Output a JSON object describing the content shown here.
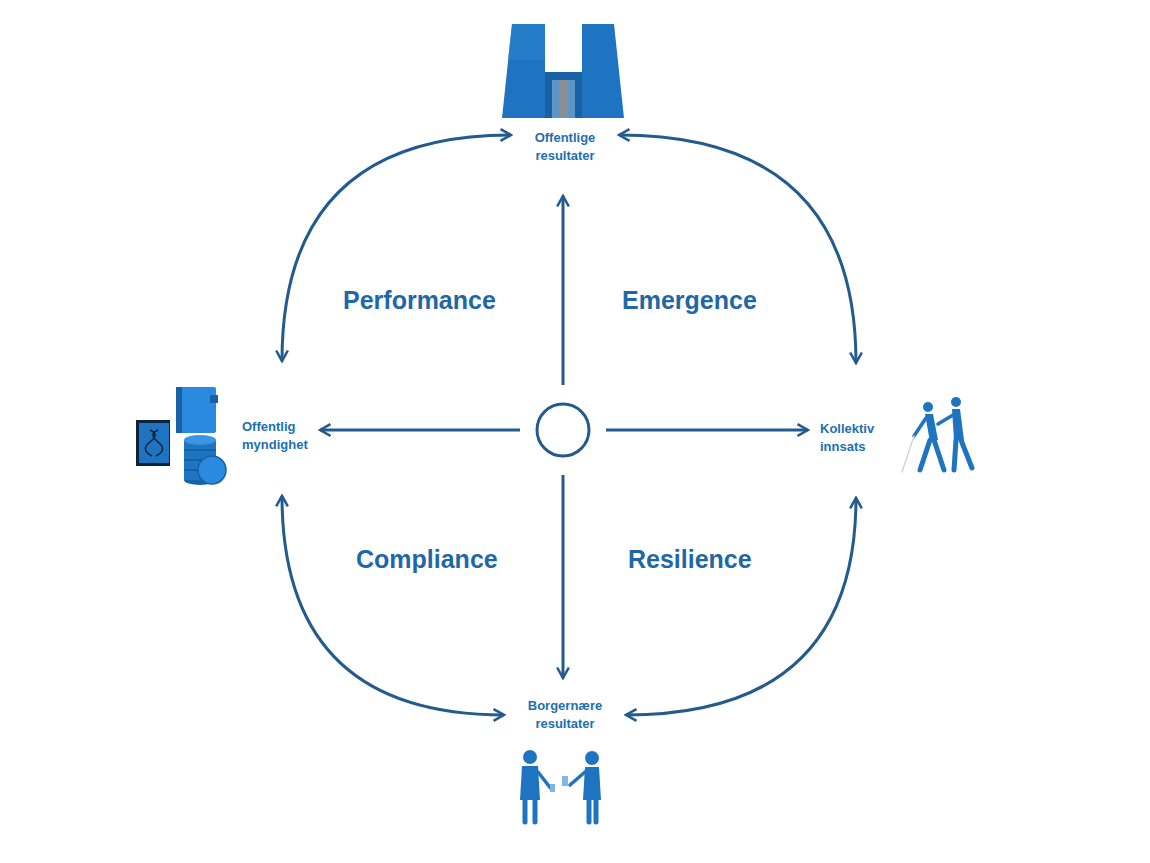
{
  "diagram": {
    "nodes": [
      {
        "text": [
          "Offentlige resultater"
        ]
      },
      {
        "text": [
          "Offentlig myndighet"
        ]
      },
      {
        "text": [
          "Kollektiv innsats"
        ]
      },
      {
        "text": [
          "Borgernære resultater"
        ]
      }
    ],
    "edges": [
      {
        "from": 0,
        "to": 1,
        "arrow": "both"
      },
      {
        "from": 0,
        "to": 2,
        "arrow": "both"
      },
      {
        "from": 1,
        "to": 3,
        "arrow": "both"
      },
      {
        "from": 2,
        "to": 3,
        "arrow": "both"
      }
    ],
    "labels": [
      "Performance",
      "Emergence",
      "Compliance",
      "Resilience"
    ]
  }
}
